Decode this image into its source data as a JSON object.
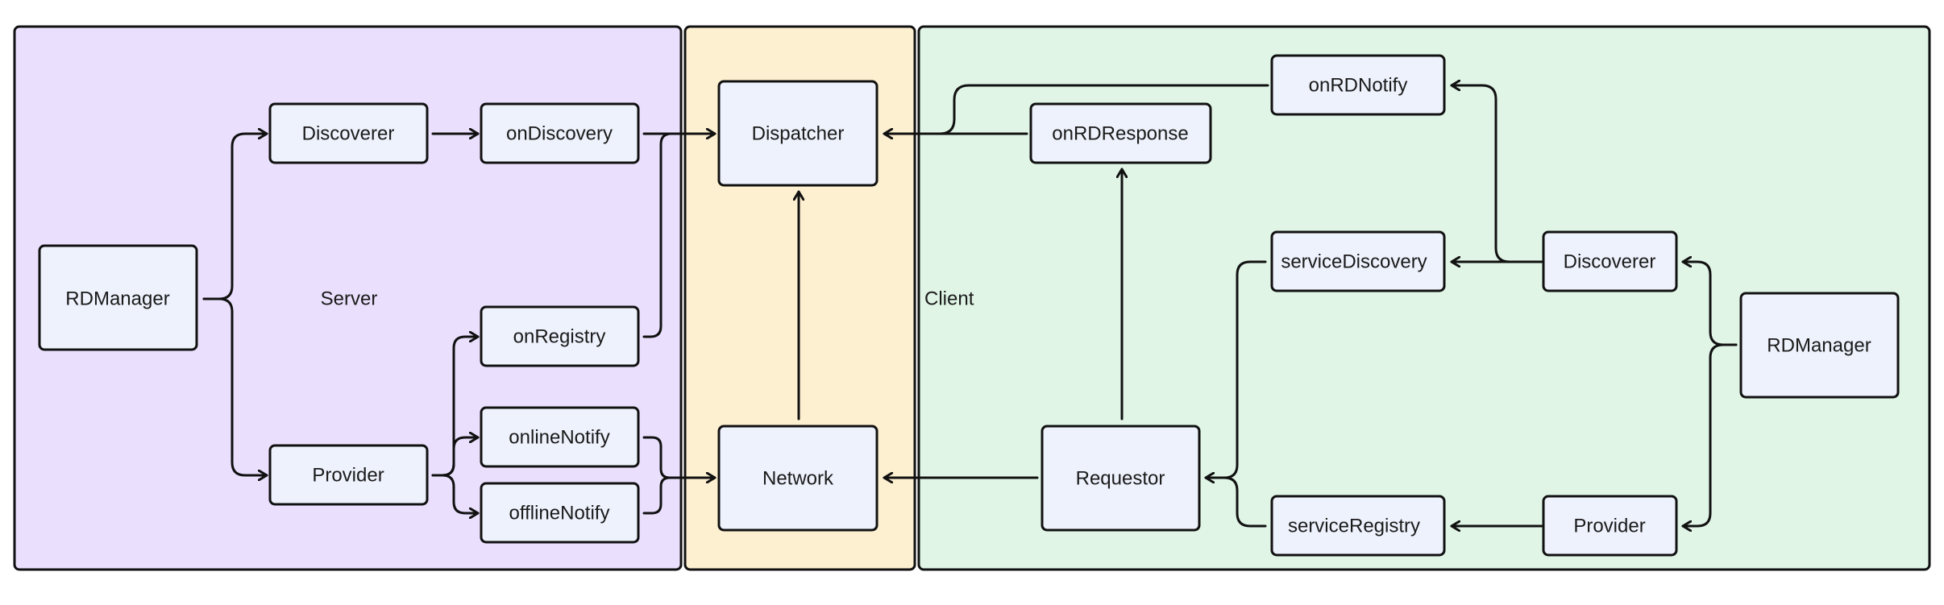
{
  "colors": {
    "server_region": "#EAE0FD",
    "dispatcher_region": "#FDF0D0",
    "client_region": "#E0F5E6",
    "box_fill": "#EEF2FC",
    "stroke": "#111111"
  },
  "regions": {
    "server_label": "Server",
    "client_label": "Client"
  },
  "server": {
    "rdmanager": "RDManager",
    "discoverer": "Discoverer",
    "provider": "Provider",
    "on_discovery": "onDiscovery",
    "on_registry": "onRegistry",
    "online_notify": "onlineNotify",
    "offline_notify": "offlineNotify"
  },
  "middle": {
    "dispatcher": "Dispatcher",
    "network": "Network"
  },
  "client": {
    "on_rd_notify": "onRDNotify",
    "on_rd_response": "onRDResponse",
    "service_discovery": "serviceDiscovery",
    "discoverer": "Discoverer",
    "rdmanager": "RDManager",
    "requestor": "Requestor",
    "service_registry": "serviceRegistry",
    "provider": "Provider"
  }
}
